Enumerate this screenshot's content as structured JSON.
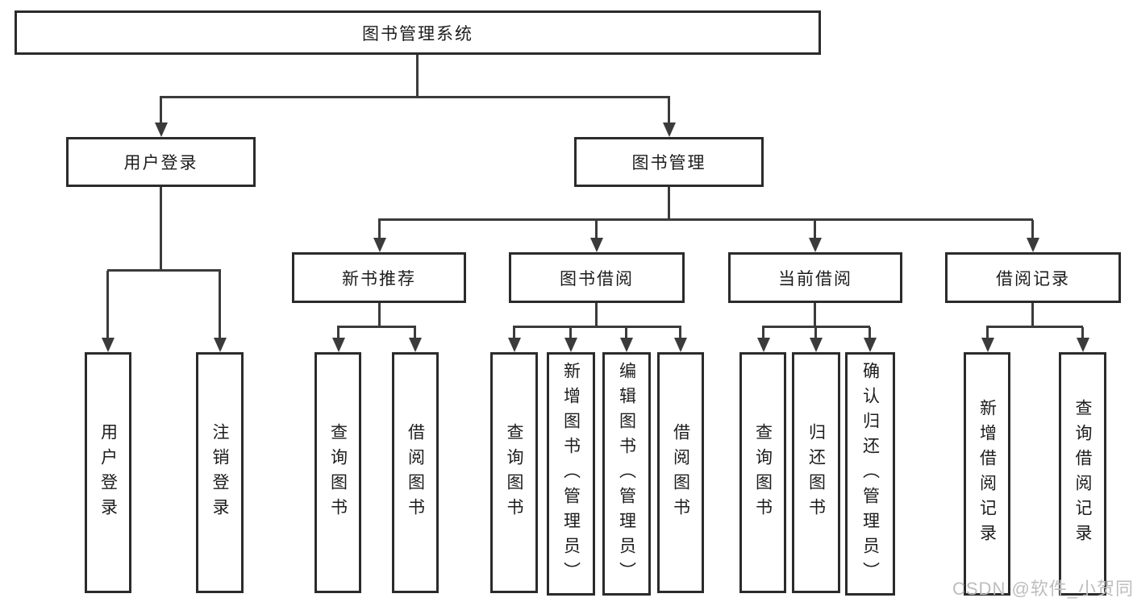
{
  "tree": {
    "root": "图书管理系统",
    "login": {
      "label": "用户登录",
      "leaves": [
        "用户登录",
        "注销登录"
      ]
    },
    "management": {
      "label": "图书管理",
      "groups": [
        {
          "label": "新书推荐",
          "leaves": [
            "查询图书",
            "借阅图书"
          ]
        },
        {
          "label": "图书借阅",
          "leaves": [
            "查询图书",
            "新增图书（管理员）",
            "编辑图书（管理员）",
            "借阅图书"
          ]
        },
        {
          "label": "当前借阅",
          "leaves": [
            "查询图书",
            "归还图书",
            "确认归还（管理员）"
          ]
        },
        {
          "label": "借阅记录",
          "leaves": [
            "新增借阅记录",
            "查询借阅记录"
          ]
        }
      ]
    }
  },
  "watermark": {
    "text": "CSDN @软件_小贺同学"
  },
  "colors": {
    "line": "#3b3b3b",
    "border": "#2b2b2b",
    "text": "#1c1c1c",
    "watermark": "#bdbdbd",
    "background": "#ffffff"
  }
}
